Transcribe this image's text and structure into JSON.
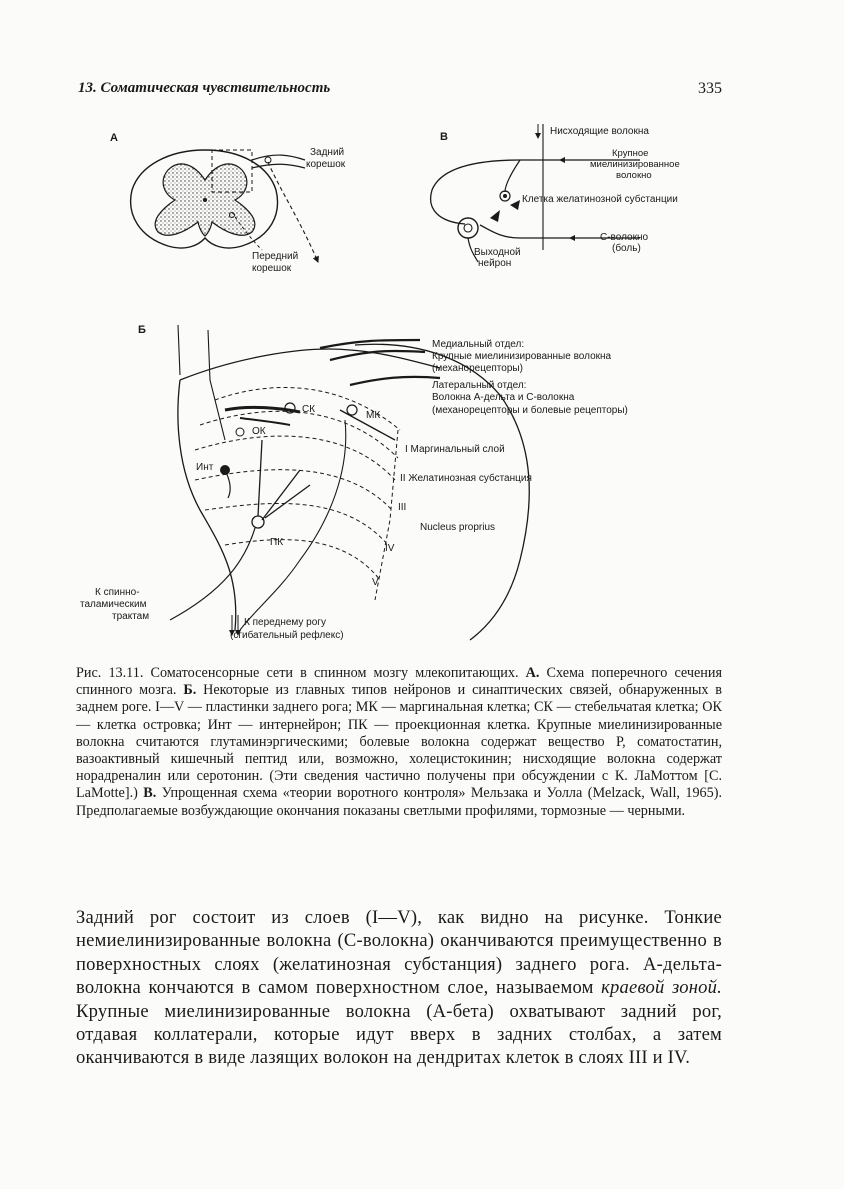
{
  "header": {
    "chapter_title": "13. Соматическая чувствительность",
    "page_number": "335"
  },
  "figure": {
    "panel_a": {
      "label": "А",
      "dorsal_root": [
        "Задний",
        "корешок"
      ],
      "ventral_root": [
        "Передний",
        "корешок"
      ]
    },
    "panel_b": {
      "label": "Б",
      "medial_title": "Медиальный отдел:",
      "medial_fibers": "Крупные миелинизированные волокна",
      "medial_receptors": "(механорецепторы)",
      "lateral_title": "Латеральный отдел:",
      "lateral_fibers": "Волокна А-дельта и С-волокна",
      "lateral_receptors": "(механорецепторы и болевые рецепторы)",
      "layer_1": "I Маргинальный слой",
      "layer_2": "II Желатинозная субстанция",
      "layer_3": "III",
      "nucleus": "Nucleus proprius",
      "layer_4": "IV",
      "layer_5": "V",
      "cell_sk": "СК",
      "cell_mk": "МК",
      "cell_ok": "ОК",
      "cell_int": "Инт",
      "cell_pk": "ПК",
      "spinothalamic": [
        "К спинно-",
        "таламическим",
        "трактам"
      ],
      "ventral_horn": [
        "К переднему рогу",
        "(сгибательный рефлекс)"
      ]
    },
    "panel_c": {
      "label": "В",
      "descending": "Нисходящие волокна",
      "large_fiber": [
        "Крупное",
        "миелинизированное",
        "волокно"
      ],
      "gelatinosa_cell": "Клетка желатинозной субстанции",
      "c_fiber": [
        "С-волокно",
        "(боль)"
      ],
      "output_neuron": [
        "Выходной",
        "нейрон"
      ]
    }
  },
  "caption": {
    "fig_no": "Рис. 13.11.",
    "title": "Соматосенсорные сети в спинном мозгу млекопитающих.",
    "a_label": "А.",
    "a_text": "Схема поперечного сечения спинного мозга.",
    "b_label": "Б.",
    "b_text": "Некоторые из главных типов нейронов и синаптических связей, обнаруженных в заднем роге. I—V — пластинки заднего рога; МК — маргинальная клетка; СК — стебельчатая клетка; ОК — клетка островка; Инт — интернейрон; ПК — проекционная клетка. Крупные миелинизированные волокна считаются глутаминэргическими; болевые волокна содержат вещество Р, соматостатин, вазоактивный кишечный пептид или, возможно, холецистокинин; нисходящие волокна содержат норадреналин или серотонин. (Эти сведения частично получены при обсуждении с К. ЛаМоттом [С. LaMotte].)",
    "c_label": "В.",
    "c_text": "Упрощенная схема «теории воротного контроля» Мельзака и Уолла (Melzack, Wall, 1965). Предполагаемые возбуждающие окончания показаны светлыми профилями, тормозные — черными."
  },
  "body": {
    "text_before": "Задний рог состоит из слоев (I—V), как видно на рисунке. Тонкие немиелинизированные волокна (С-волокна) оканчиваются преимущественно в поверхностных слоях (желатинозная субстанция) заднего рога. А-дельта-волокна кончаются в самом поверхностном слое, называемом",
    "italic_term": "краевой зоной.",
    "text_after": "Крупные миелинизированные волокна (А-бета) охватывают задний рог, отдавая коллатерали, которые идут вверх в задних столбах, а затем оканчиваются в виде лазящих волокон на дендритах клеток в слоях III и IV."
  }
}
